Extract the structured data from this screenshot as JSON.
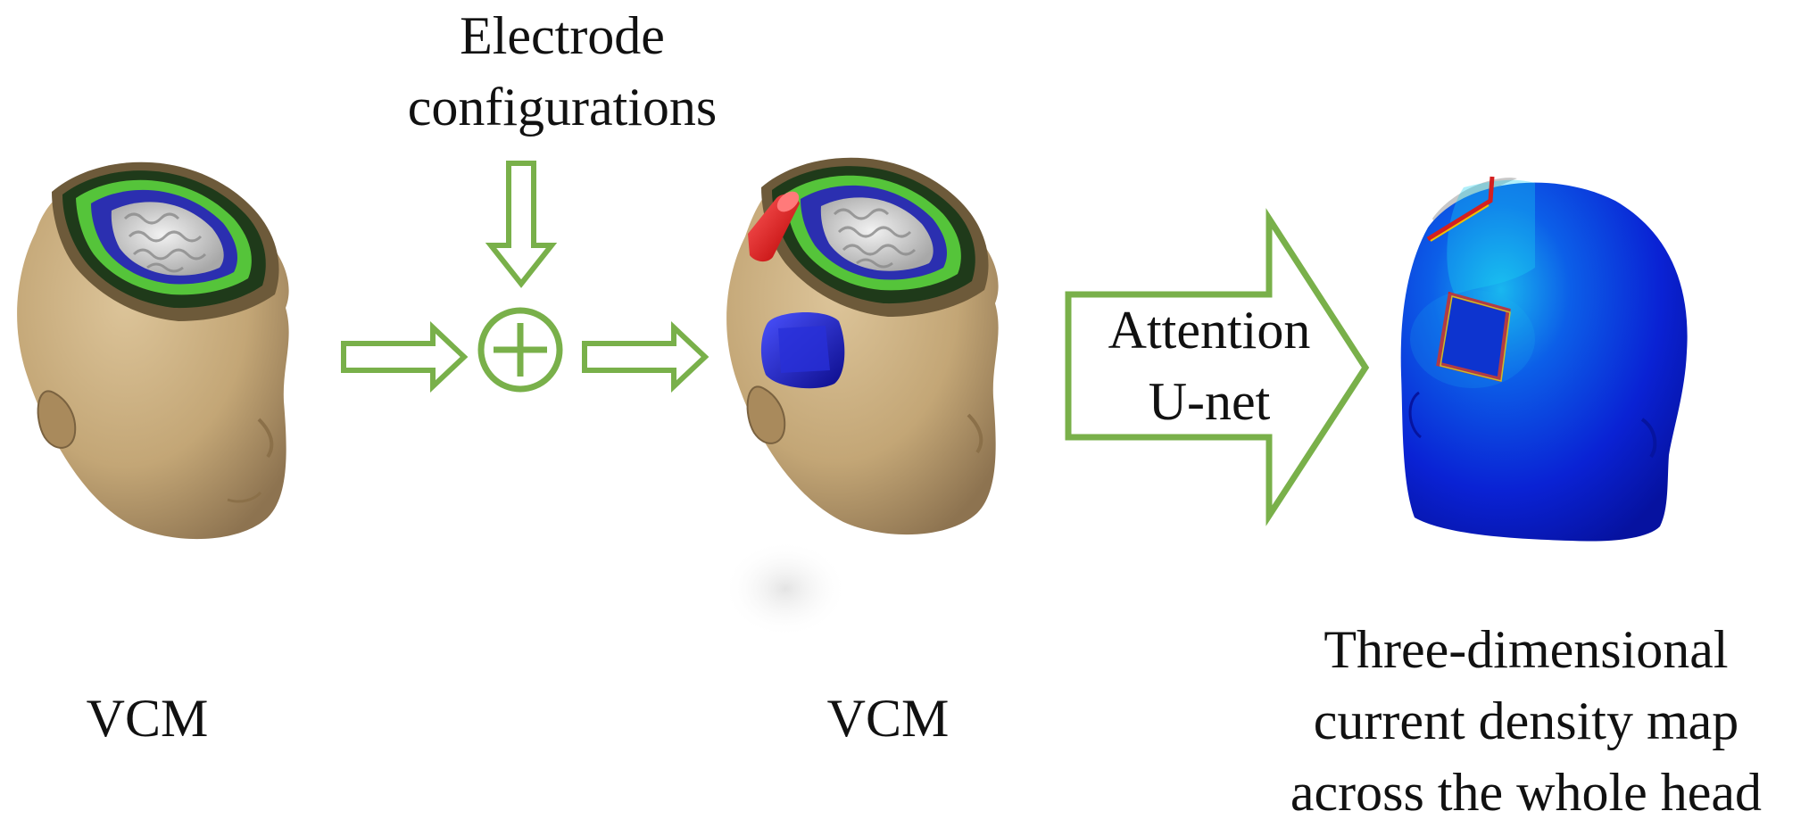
{
  "electrode_label": [
    "Electrode",
    "configurations"
  ],
  "left_model_label": "VCM",
  "middle_model_label": "VCM",
  "network_label": [
    "Attention",
    "U-net"
  ],
  "result_label": [
    "Three-dimensional",
    "current density map",
    "across the whole head"
  ],
  "colors": {
    "arrow": "#79b04a",
    "skin": "#c9ab7a",
    "brain": "#d4d4d4",
    "csf": "#2b2fb0",
    "skull": "#55b03a",
    "electrode_anode": "#e01616",
    "electrode_cathode": "#1a1ab8",
    "density_low": "#0a1fd6",
    "density_mid": "#18c8f0",
    "density_high": "#e02020"
  },
  "icons": [
    "head-model-icon",
    "plus-icon",
    "electrode-icon",
    "current-density-head-icon"
  ]
}
